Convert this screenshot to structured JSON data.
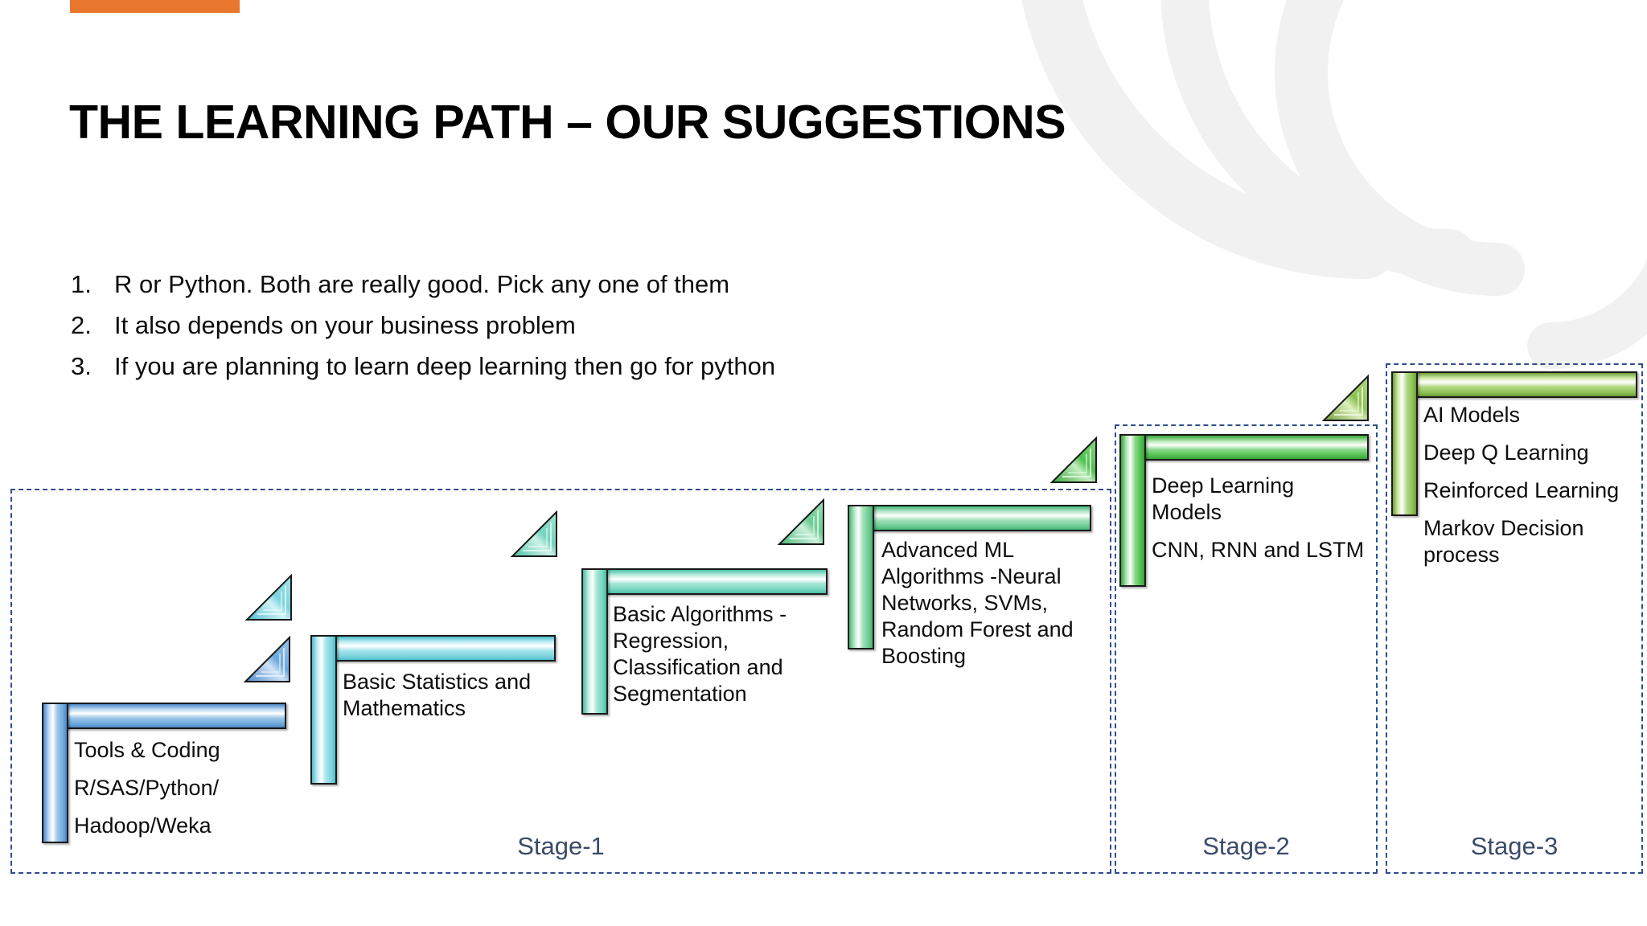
{
  "slide": {
    "title": "THE LEARNING PATH – OUR SUGGESTIONS",
    "accent_color": "#E8762C",
    "background_color": "#FFFFFF"
  },
  "bullets": [
    {
      "num": "1.",
      "text": "R or Python. Both are really good. Pick any one of them"
    },
    {
      "num": "2.",
      "text": "It also depends on your business problem"
    },
    {
      "num": "3.",
      "text": "If you are planning to learn deep learning then go for python"
    }
  ],
  "stages": [
    {
      "label": "Stage-1",
      "border_color": "#2F4E8E"
    },
    {
      "label": "Stage-2",
      "border_color": "#2F4E8E"
    },
    {
      "label": "Stage-3",
      "border_color": "#2F4E8E"
    }
  ],
  "steps": [
    {
      "id": "step-1",
      "color": "#6FA8DC",
      "color_light": "#CFE3F7",
      "color_dark": "#4A86C8",
      "lines": [
        "Tools & Coding",
        "R/SAS/Python/",
        "Hadoop/Weka"
      ]
    },
    {
      "id": "step-2",
      "color": "#7CD3DE",
      "color_light": "#CFF3F7",
      "color_dark": "#49BCCB",
      "lines": [
        "Basic Statistics and",
        "Mathematics"
      ]
    },
    {
      "id": "step-3",
      "color": "#74D4BE",
      "color_light": "#CDF2E8",
      "color_dark": "#45BFA4",
      "lines": [
        "Basic Algorithms -",
        "Regression,",
        "Classification and",
        "Segmentation"
      ]
    },
    {
      "id": "step-4",
      "color": "#6CCB93",
      "color_light": "#CBEFD9",
      "color_dark": "#41B675",
      "lines": [
        "Advanced ML",
        "Algorithms -Neural",
        "Networks, SVMs,",
        "Random Forest and",
        "Boosting"
      ]
    },
    {
      "id": "step-5",
      "color": "#4FC04F",
      "color_light": "#C3EDBF",
      "color_dark": "#36A338",
      "lines": [
        "Deep Learning",
        "Models",
        "CNN, RNN and LSTM"
      ]
    },
    {
      "id": "step-6",
      "color": "#8CC152",
      "color_light": "#DCEEBD",
      "color_dark": "#6E9E35",
      "lines": [
        "AI Models",
        "Deep Q Learning",
        "Reinforced Learning",
        "Markov Decision",
        "process"
      ]
    }
  ]
}
